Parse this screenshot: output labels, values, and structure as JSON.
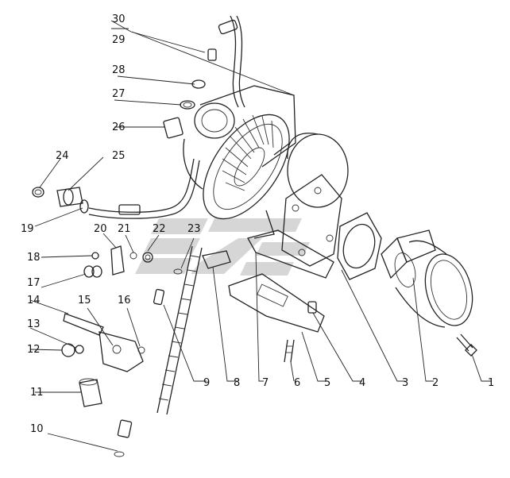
{
  "diagram": {
    "labels": [
      "1",
      "2",
      "3",
      "4",
      "5",
      "6",
      "7",
      "8",
      "9",
      "10",
      "11",
      "12",
      "13",
      "14",
      "15",
      "16",
      "17",
      "18",
      "19",
      "20",
      "21",
      "22",
      "23",
      "24",
      "25",
      "26",
      "27",
      "28",
      "29",
      "30"
    ],
    "colors": {
      "line": "#222222",
      "watermark": "#c8c8c8",
      "background": "#ffffff"
    }
  }
}
